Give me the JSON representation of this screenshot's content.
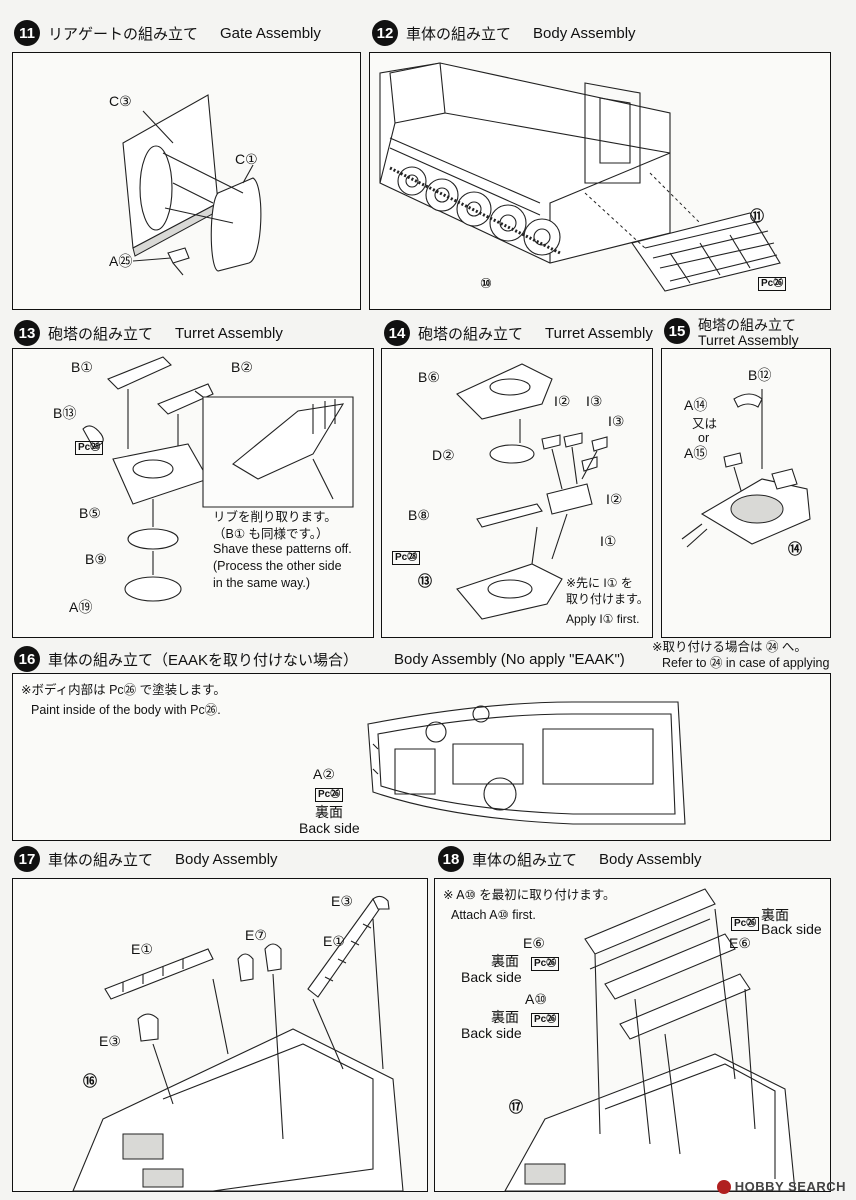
{
  "steps": [
    {
      "num": "11",
      "jp": "リアゲートの組み立て",
      "en": "Gate Assembly",
      "labels": [
        "C③",
        "C①",
        "A㉕"
      ]
    },
    {
      "num": "12",
      "jp": "車体の組み立て",
      "en": "Body Assembly",
      "labels": [
        "⑪",
        "⑩",
        "Pc㉖"
      ]
    },
    {
      "num": "13",
      "jp": "砲塔の組み立て",
      "en": "Turret Assembly",
      "labels": [
        "B①",
        "B②",
        "B⑬",
        "Pc㉘",
        "B⑤",
        "B⑨",
        "A⑲"
      ],
      "note_jp": "リブを削り取ります。\n（B① も同様です。）",
      "note_en": "Shave these patterns off.\n(Process the other side\nin the same way.)"
    },
    {
      "num": "14",
      "jp": "砲塔の組み立て",
      "en": "Turret Assembly",
      "labels": [
        "B⑥",
        "D②",
        "B⑧",
        "Pc㉘",
        "⑬",
        "I②",
        "I③",
        "I③",
        "I②",
        "I①"
      ],
      "note_jp": "※先に I① を\n取り付けます。",
      "note_en": "Apply I① first."
    },
    {
      "num": "15",
      "jp": "砲塔の組み立て",
      "en": "Turret Assembly",
      "labels": [
        "B⑫",
        "A⑭",
        "又は",
        "or",
        "A⑮",
        "⑭"
      ]
    },
    {
      "num": "16",
      "jp": "車体の組み立て（EAAKを取り付けない場合）",
      "en": "Body Assembly (No apply \"EAAK\")",
      "side_note_jp": "※取り付ける場合は ㉔ へ。",
      "side_note_en": "Refer to ㉔ in case of applying",
      "paint_jp": "※ボディ内部は Pc㉖ で塗装します。",
      "paint_en": "Paint inside of the body with Pc㉖.",
      "labels": [
        "A②",
        "Pc㉖",
        "裏面",
        "Back side"
      ]
    },
    {
      "num": "17",
      "jp": "車体の組み立て",
      "en": "Body Assembly",
      "labels": [
        "E③",
        "E①",
        "E⑦",
        "E①",
        "E③",
        "⑯"
      ]
    },
    {
      "num": "18",
      "jp": "車体の組み立て",
      "en": "Body Assembly",
      "note_jp": "※ A⑩ を最初に取り付けます。",
      "note_en": "Attach A⑩ first.",
      "labels": [
        "Pc㉖",
        "裏面",
        "Back side",
        "E⑥",
        "E⑥",
        "裏面",
        "Back side",
        "Pc㉖",
        "A⑩",
        "裏面",
        "Back side",
        "Pc㉖",
        "⑰"
      ]
    }
  ],
  "watermark": "HOBBY SEARCH"
}
